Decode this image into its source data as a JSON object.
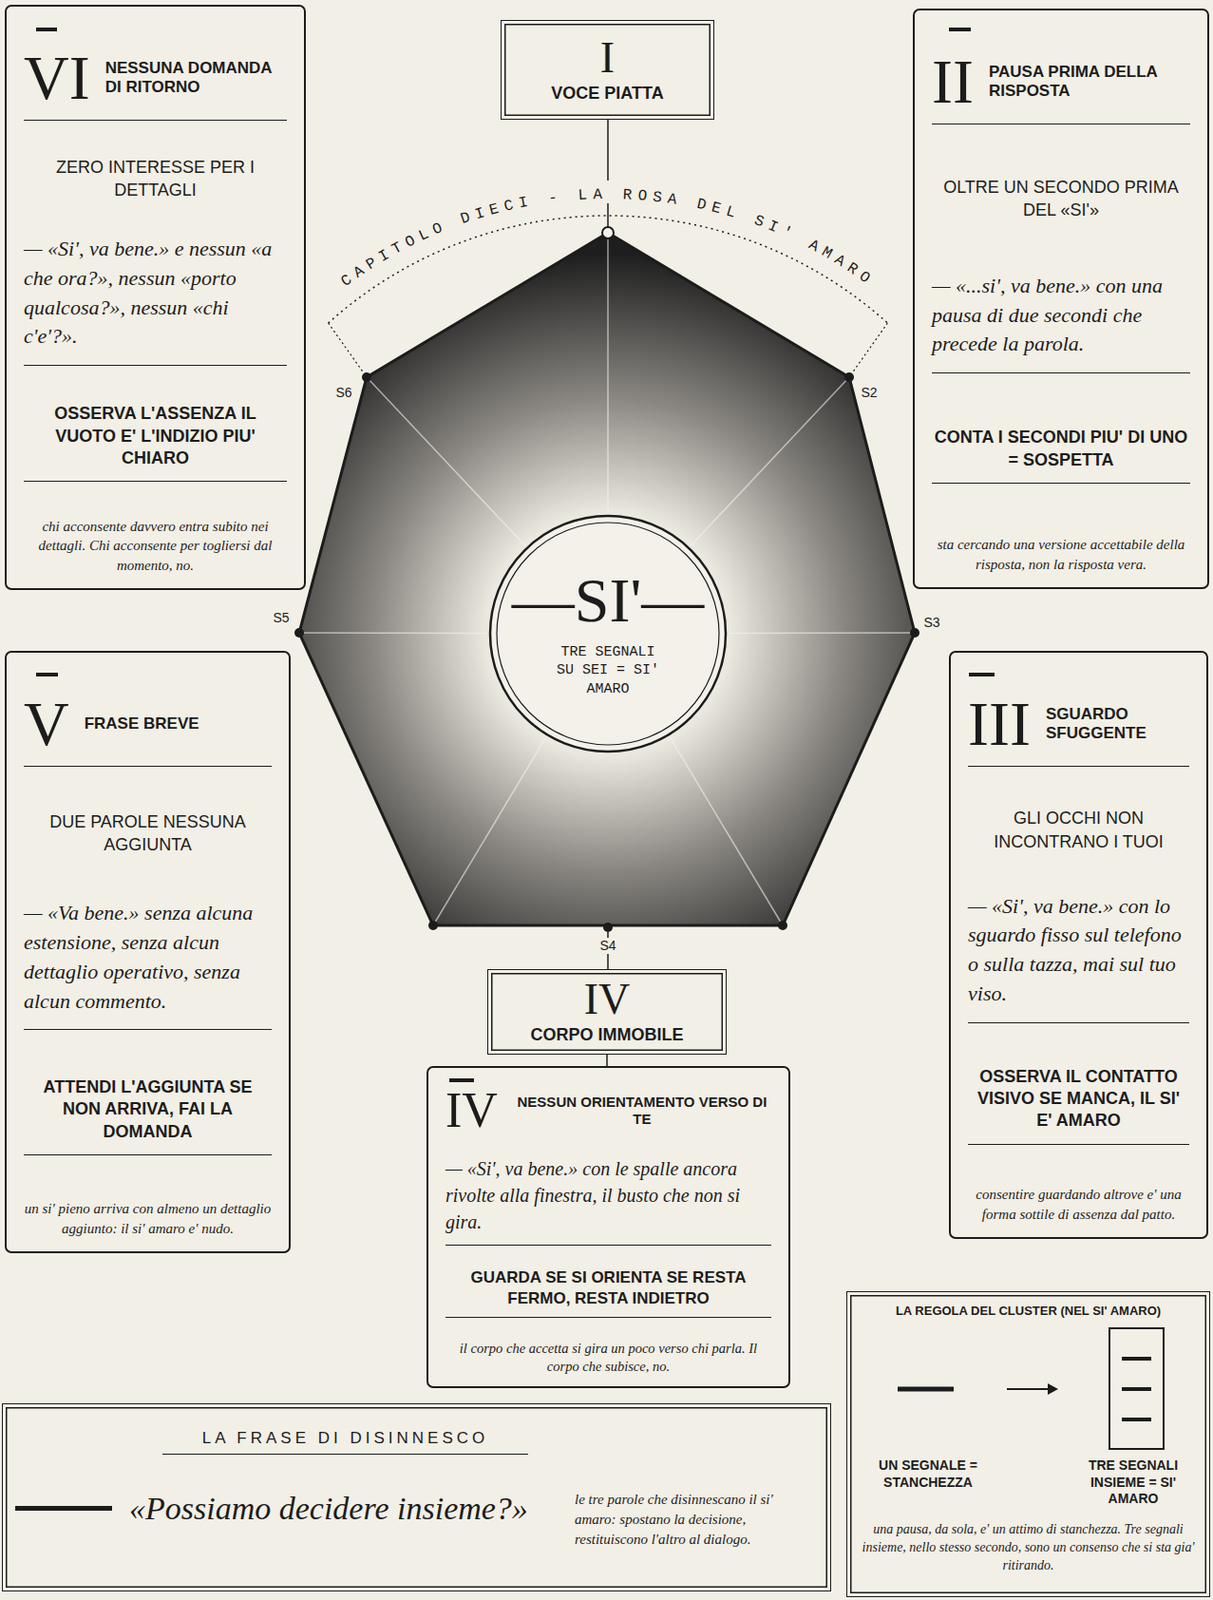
{
  "diagram": {
    "title": "CAPITOLO DIECI - LA ROSA DEL SI' AMARO",
    "nodes": [
      {
        "text": [
          "I",
          "VOCE PIATTA"
        ]
      },
      {
        "text": [
          "VI",
          "NESSUNA DOMANDA DI RITORNO",
          "ZERO INTERESSE PER I DETTAGLI",
          "— «Si', va bene.» e nessun «a che ora?», nessun «porto qualcosa?», nessun «chi c'e'?».",
          "OSSERVA L'ASSENZA IL VUOTO E' L'INDIZIO PIU' CHIARO",
          "chi acconsente davvero entra subito nei dettagli. Chi acconsente per togliersi dal momento, no."
        ]
      },
      {
        "text": [
          "II",
          "PAUSA PRIMA DELLA RISPOSTA",
          "OLTRE UN SECONDO PRIMA DEL «SI'»",
          "— «...si', va bene.» con una pausa di due secondi che precede la parola.",
          "CONTA I SECONDI PIU' DI UNO = SOSPETTA",
          "sta cercando una versione accettabile della risposta, non la risposta vera."
        ]
      },
      {
        "text": [
          "—SI'—",
          "TRE SEGNALI SU SEI = SI' AMARO"
        ]
      },
      {
        "text": [
          "V",
          "FRASE BREVE",
          "DUE PAROLE NESSUNA AGGIUNTA",
          "— «Va bene.» senza alcuna estensione, senza alcun dettaglio operativo, senza alcun commento.",
          "ATTENDI L'AGGIUNTA SE NON ARRIVA, FAI LA DOMANDA",
          "un si' pieno arriva con almeno un dettaglio aggiunto: il si' amaro e' nudo."
        ]
      },
      {
        "text": [
          "III",
          "SGUARDO SFUGGENTE",
          "GLI OCCHI NON INCONTRANO I TUOI",
          "— «Si', va bene.» con lo sguardo fisso sul telefono o sulla tazza, mai sul tuo viso.",
          "OSSERVA IL CONTATTO VISIVO SE MANCA, IL SI' E' AMARO",
          "consentire guardando altrove e' una forma sottile di assenza dal patto."
        ]
      },
      {
        "text": [
          "IV",
          "CORPO IMMOBILE"
        ]
      },
      {
        "text": [
          "IV",
          "NESSUN ORIENTAMENTO VERSO DI TE",
          "— «Si', va bene.» con le spalle ancora rivolte alla finestra, il busto che non si gira.",
          "GUARDA SE SI ORIENTA SE RESTA FERMO, RESTA INDIETRO",
          "il corpo che accetta si gira un poco verso chi parla. Il corpo che subisce, no."
        ]
      },
      {
        "text": [
          "LA FRASE DI DISINNESCO",
          "«Possiamo decidere insieme?»",
          "le tre parole che disinnescano il si' amaro: spostano la decisione, restituiscono l'altro al dialogo."
        ]
      },
      {
        "text": [
          "LA REGOLA DEL CLUSTER (NEL SI' AMARO)",
          "UN SEGNALE = STANCHEZZA",
          "TRE SEGNALI INSIEME = SI' AMARO",
          "una pausa, da sola, e' un attimo di stanchezza. Tre segnali insieme, nello stesso secondo, sono un consenso che si sta gia' ritirando."
        ]
      }
    ],
    "edges": [
      {
        "from": 6,
        "to": 7,
        "arrow": "none"
      }
    ],
    "labels": [
      "S2",
      "S3",
      "S4",
      "S5",
      "S6"
    ]
  }
}
